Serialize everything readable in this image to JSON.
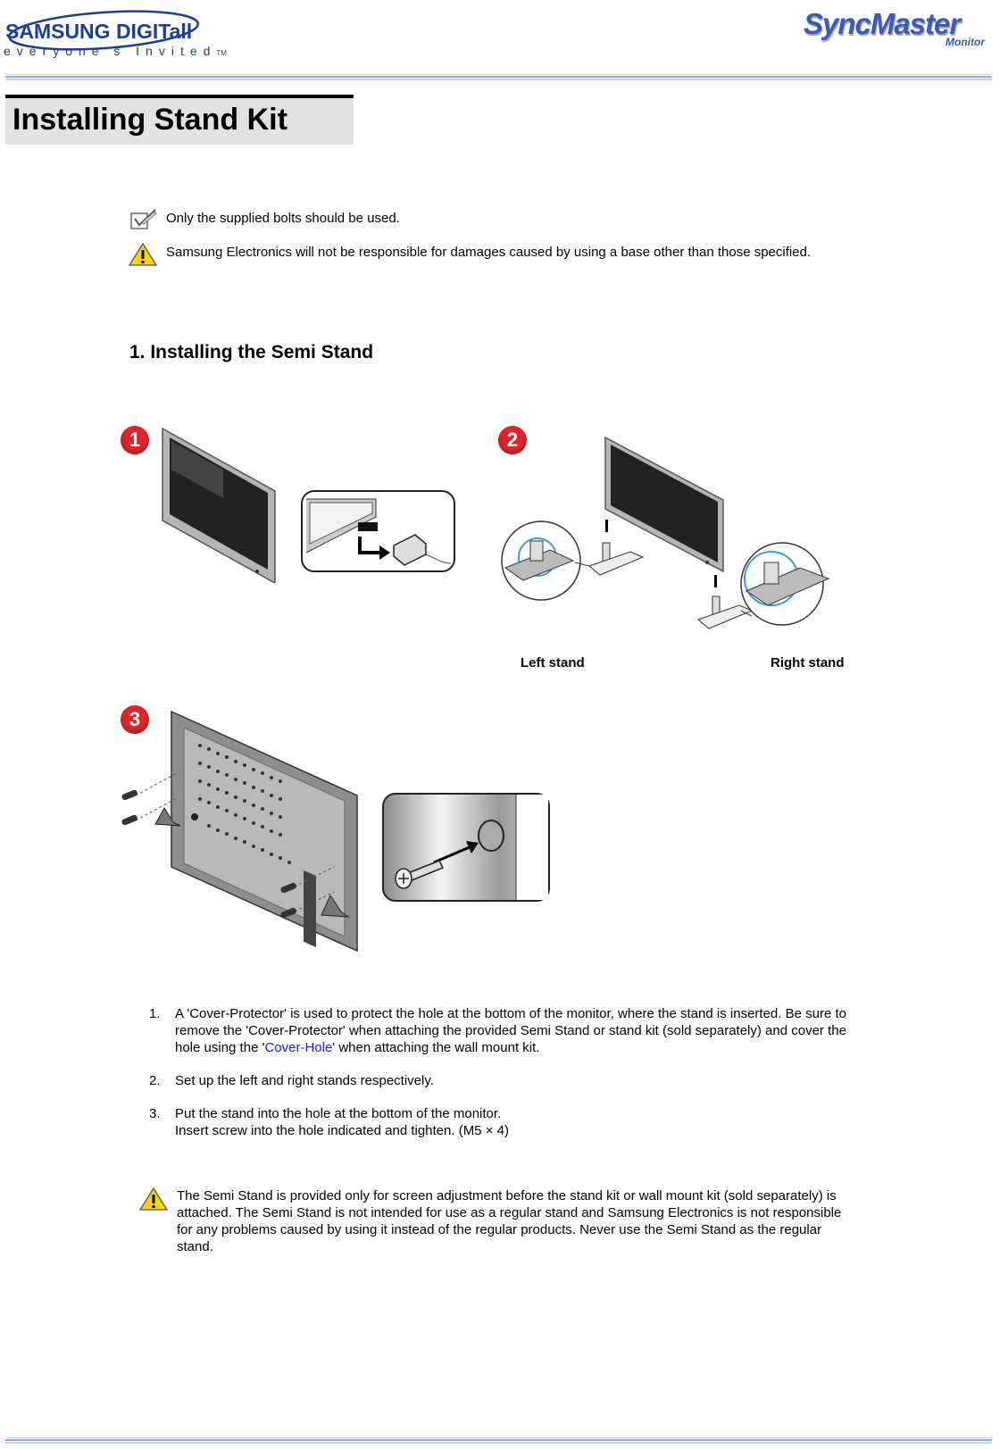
{
  "header": {
    "samsung_logo": "SAMSUNG DIGITall",
    "samsung_tagline": "everyone's Invited",
    "tm": "TM",
    "product_logo": "SyncMaster",
    "product_sub": "Monitor"
  },
  "page_title": "Installing Stand Kit",
  "notes": [
    {
      "icon": "note-icon",
      "text": "Only the supplied bolts should be used."
    },
    {
      "icon": "warning-icon",
      "text": "Samsung Electronics will not be responsible for damages caused by using a base other than those specified."
    }
  ],
  "section_title": "1. Installing the Semi Stand",
  "figure": {
    "badges": [
      "1",
      "2",
      "3"
    ],
    "left_stand_label": "Left stand",
    "right_stand_label": "Right stand"
  },
  "steps": [
    {
      "num": "1.",
      "text_before": "A 'Cover-Protector' is used to protect the hole at the bottom of the monitor, where the stand is inserted. Be sure to remove the 'Cover-Protector' when attaching the provided Semi Stand or stand kit (sold separately) and cover the hole using the '",
      "link": "Cover-Hole",
      "text_after": "' when attaching the wall mount kit."
    },
    {
      "num": "2.",
      "text": "Set up the left and right stands respectively."
    },
    {
      "num": "3.",
      "line1": "Put the stand into the hole at the bottom of the monitor.",
      "line2": "Insert screw into the hole indicated and tighten. (M5 × 4)"
    }
  ],
  "bottom_warning": "The Semi Stand is provided only for screen adjustment before the stand kit or wall mount kit (sold separately) is attached. The Semi Stand is not intended for use as a regular stand and Samsung Electronics is not responsible for any problems caused by using it instead of the regular products. Never use the Semi Stand as the regular stand.",
  "colors": {
    "badge": "#e0242b",
    "link": "#1a1aff",
    "rule": "#8ea6d8",
    "samsung_blue": "#1c3f95"
  }
}
